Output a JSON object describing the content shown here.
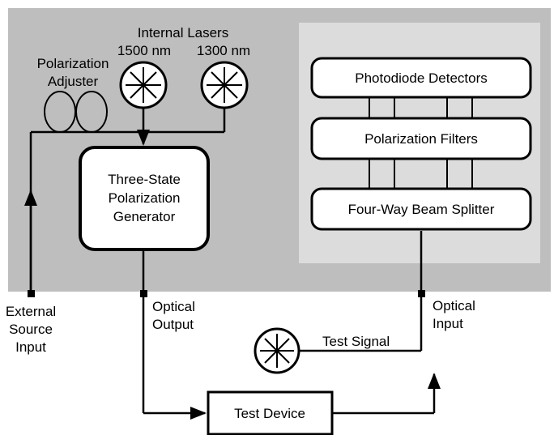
{
  "colors": {
    "instrument_bg": "#bebebe",
    "analyzer_bg": "#dcdcdc",
    "box_fill": "#ffffff",
    "line": "#000000"
  },
  "labels": {
    "internal_lasers": "Internal Lasers",
    "laser_1500": "1500 nm",
    "laser_1300": "1300 nm",
    "polarization_adjuster_1": "Polarization",
    "polarization_adjuster_2": "Adjuster",
    "external_source_1": "External",
    "external_source_2": "Source",
    "external_source_3": "Input",
    "optical_output_1": "Optical",
    "optical_output_2": "Output",
    "optical_input_1": "Optical",
    "optical_input_2": "Input",
    "test_signal": "Test Signal"
  },
  "boxes": {
    "generator_1": "Three-State",
    "generator_2": "Polarization",
    "generator_3": "Generator",
    "photodiode": "Photodiode Detectors",
    "filters": "Polarization Filters",
    "splitter": "Four-Way Beam Splitter",
    "test_device": "Test Device"
  },
  "icons": {
    "laser": "starburst-circle-icon",
    "fiber_coil": "fiber-loop-icon",
    "connector": "square-connector-icon"
  }
}
